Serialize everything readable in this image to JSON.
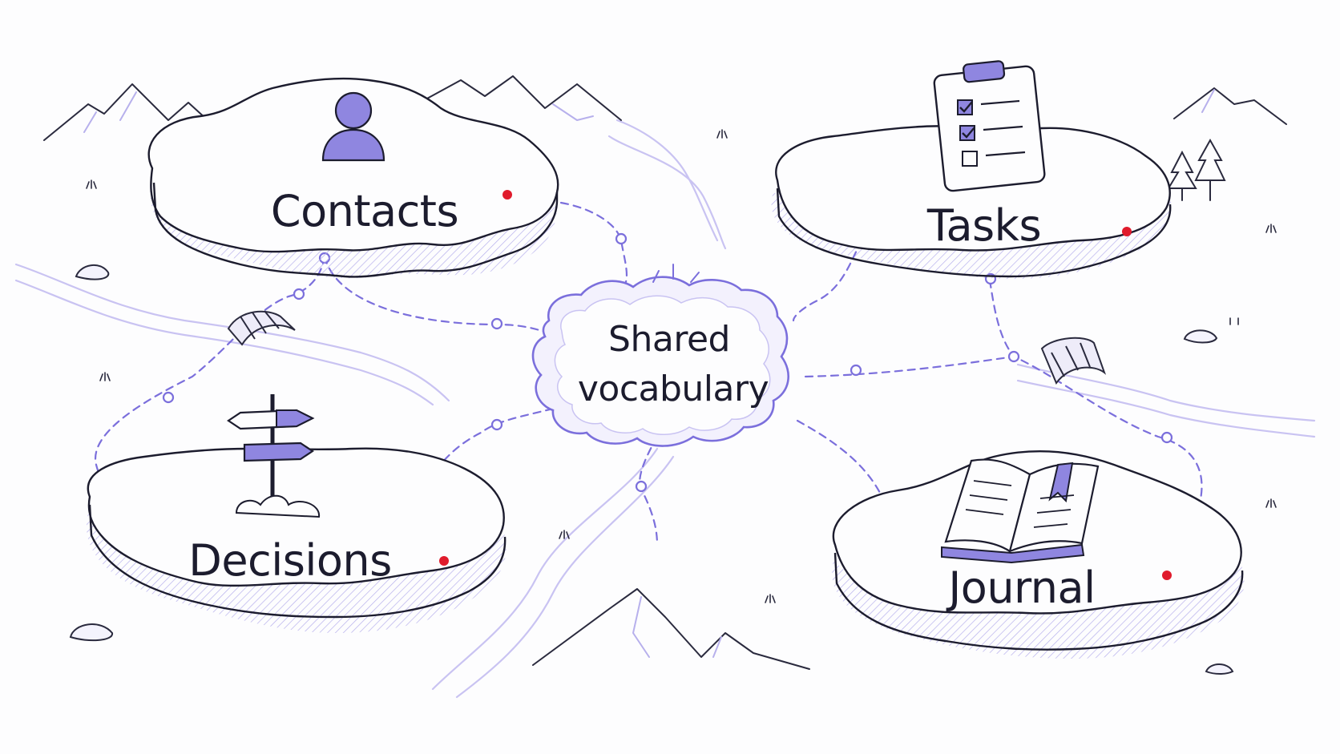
{
  "hub": {
    "line1": "Shared",
    "line2": "vocabulary"
  },
  "islands": [
    {
      "id": "contacts",
      "label": "Contacts",
      "icon": "person-icon"
    },
    {
      "id": "tasks",
      "label": "Tasks",
      "icon": "clipboard-checklist-icon"
    },
    {
      "id": "decisions",
      "label": "Decisions",
      "icon": "signpost-icon"
    },
    {
      "id": "journal",
      "label": "Journal",
      "icon": "open-book-icon"
    }
  ],
  "colors": {
    "ink": "#1c1c2e",
    "accent": "#7b6fdc",
    "accent_fill": "#8f86e0",
    "river": "#c9c3f2",
    "marker": "#e01b2c",
    "hatch": "#b7b0ec"
  }
}
